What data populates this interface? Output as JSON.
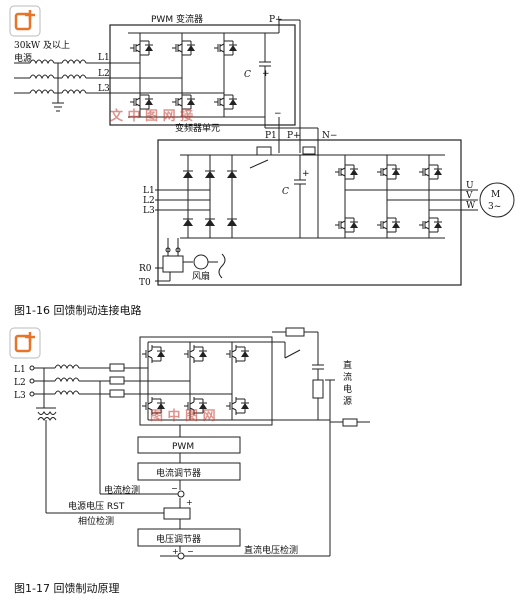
{
  "figure1": {
    "title": "PWM 变流器",
    "source_label_line1": "30kW 及以上",
    "source_label_line2": "电源",
    "phases_in": [
      "L1",
      "L2",
      "L3"
    ],
    "cap_label": "C",
    "plus": "+",
    "minus": "−",
    "p_plus_top": "P+",
    "inverter_label": "变频器单元",
    "p1": "P1",
    "p_plus": "P+",
    "n_minus": "N−",
    "phases_out": [
      "U",
      "V",
      "W"
    ],
    "motor_line1": "M",
    "motor_line2": "3~",
    "r0": "R0",
    "t0": "T0",
    "fan": "风扇",
    "caption": "图1-16 回馈制动连接电路"
  },
  "figure2": {
    "phases_in": [
      "L1",
      "L2",
      "L3"
    ],
    "dc_source": [
      "直",
      "流",
      "电",
      "源"
    ],
    "pwm": "PWM",
    "current_regulator": "电流调节器",
    "current_detect": "电流检测",
    "voltage_rst": "电源电压 RST",
    "phase_detect": "相位检测",
    "voltage_regulator": "电压调节器",
    "dc_voltage_detect": "直流电压检测",
    "plus": "+",
    "minus": "−",
    "caption": "图1-17 回馈制动原理"
  },
  "colors": {
    "line": "#222222",
    "watermark": "#c43a2e",
    "badge": "#e8742a"
  },
  "icons": {
    "badge1": "image-plus-icon",
    "badge2": "image-plus-icon",
    "motor": "motor-icon",
    "fan": "fan-icon"
  }
}
